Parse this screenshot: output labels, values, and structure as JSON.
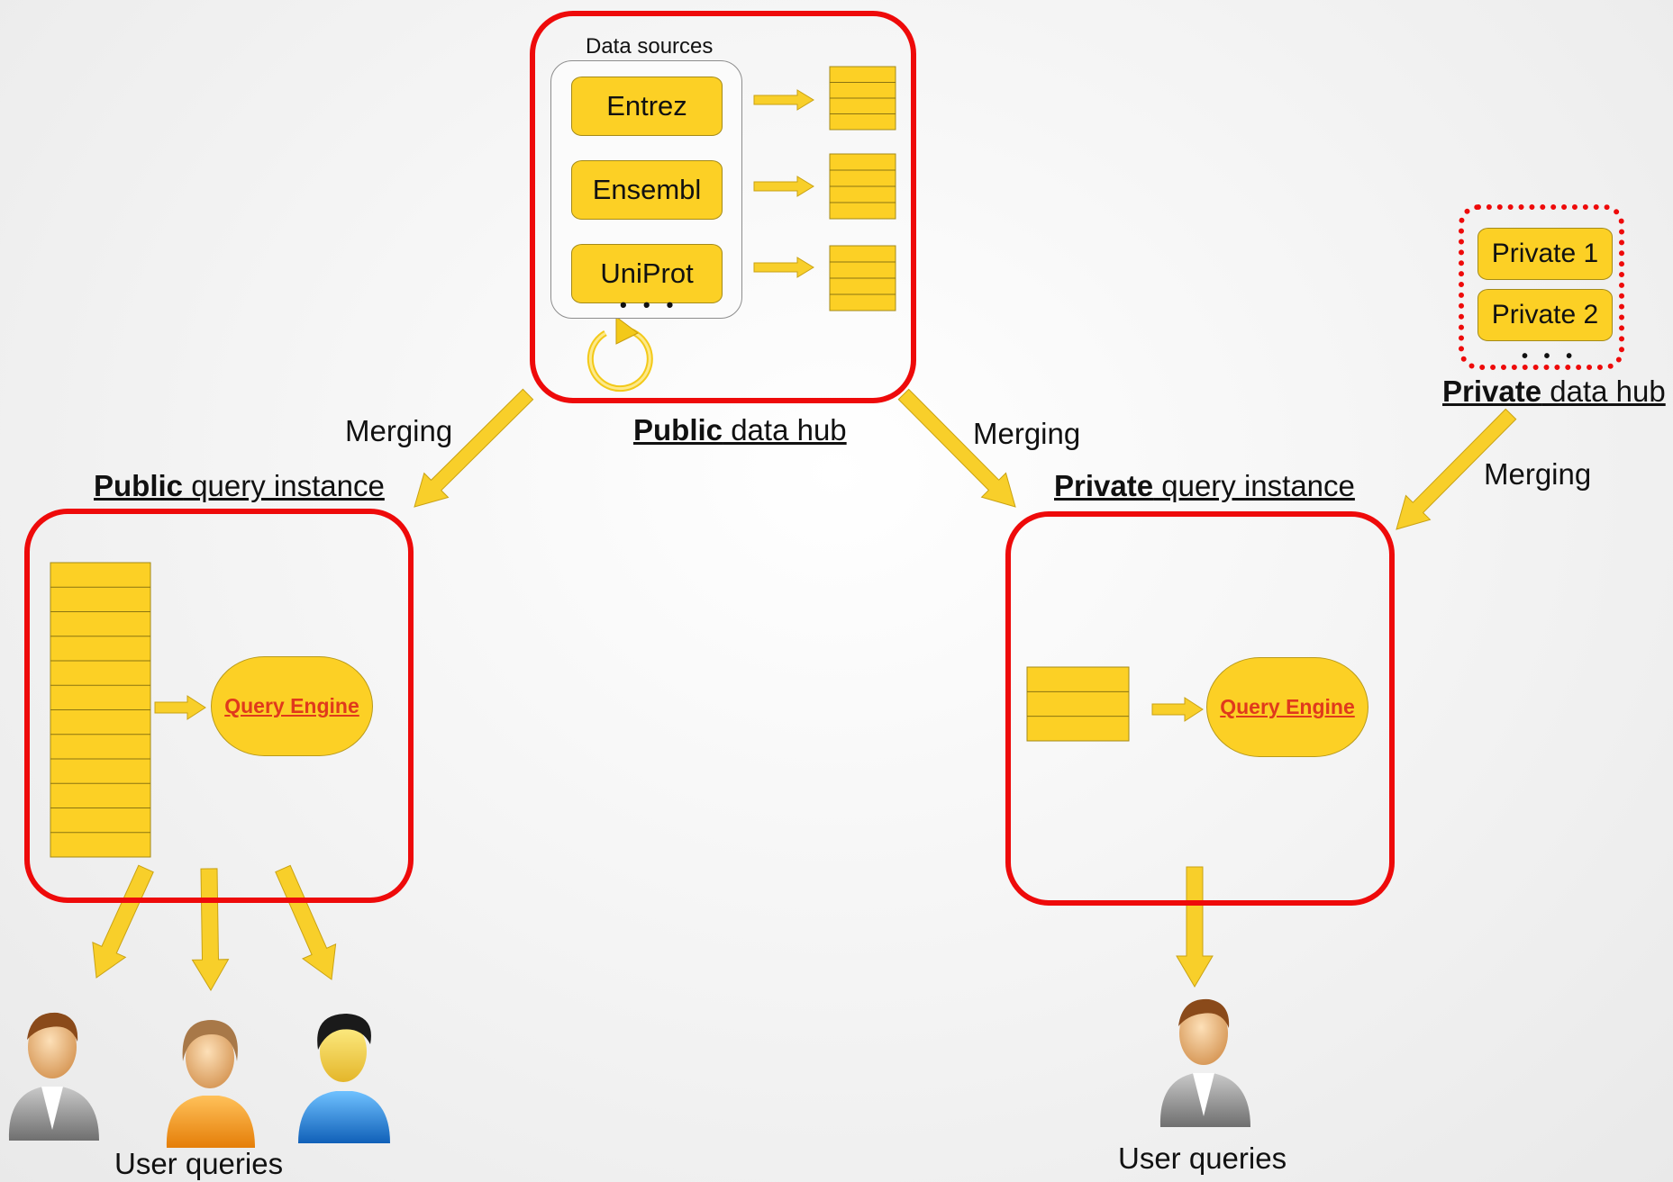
{
  "public_hub": {
    "title_bold": "Public",
    "title_rest": " data hub",
    "sources_label": "Data sources",
    "sources": [
      "Entrez",
      "Ensembl",
      "UniProt"
    ],
    "ellipsis": "• • •"
  },
  "private_hub": {
    "title_bold": "Private",
    "title_rest": " data hub",
    "sources": [
      "Private 1",
      "Private 2"
    ],
    "ellipsis": "• • •"
  },
  "merging_labels": [
    "Merging",
    "Merging",
    "Merging"
  ],
  "public_instance": {
    "title_bold": "Public",
    "title_rest": " query instance",
    "engine_label": "Query Engine",
    "user_label": "User queries"
  },
  "private_instance": {
    "title_bold": "Private",
    "title_rest": " query instance",
    "engine_label": "Query Engine",
    "user_label": "User queries"
  },
  "colors": {
    "hub_border": "#ee0a0a",
    "table_fill": "#fcd025",
    "arrow_fill": "#f8cf2a",
    "engine_text": "#e0391c"
  }
}
